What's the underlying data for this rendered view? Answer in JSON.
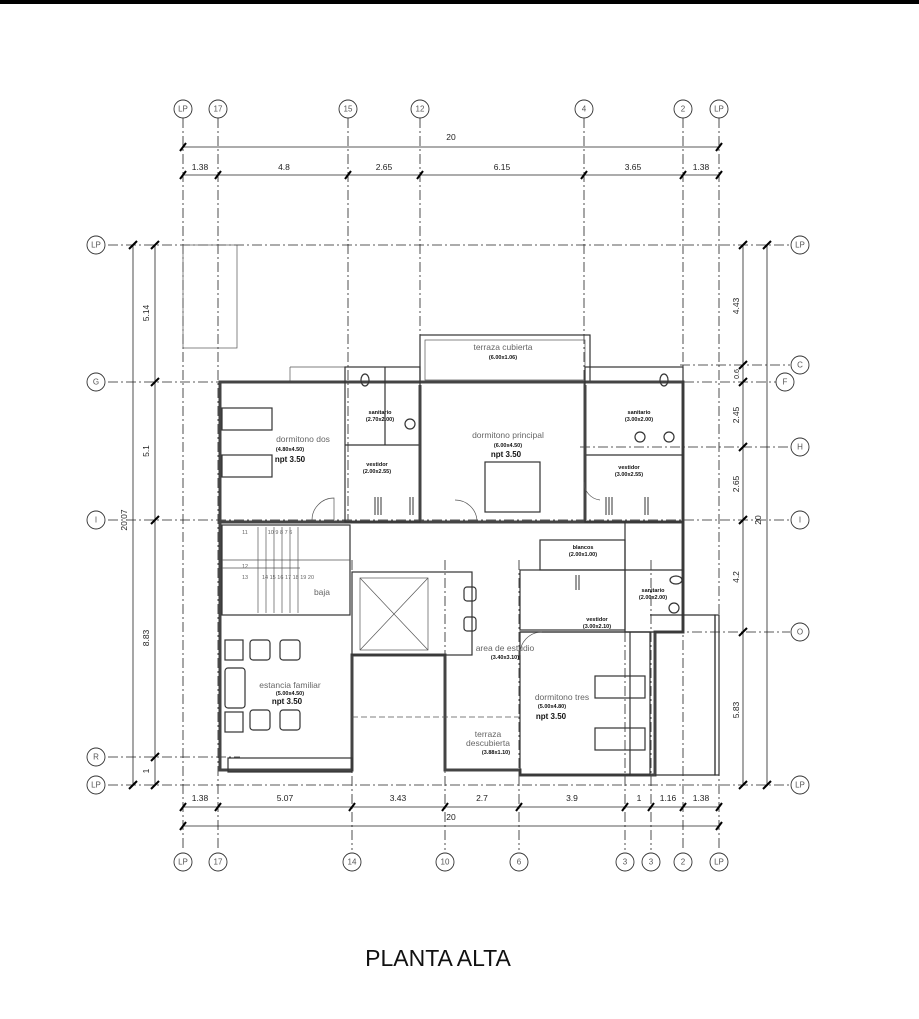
{
  "title": "PLANTA ALTA",
  "grid_top": [
    "LP",
    "17",
    "15",
    "12",
    "4",
    "2",
    "LP"
  ],
  "grid_bottom": [
    "LP",
    "17",
    "14",
    "10",
    "6",
    "3",
    "3",
    "2",
    "LP"
  ],
  "grid_left": [
    "LP",
    "G",
    "I",
    "R",
    "LP"
  ],
  "grid_right": [
    "LP",
    "C",
    "F",
    "H",
    "I",
    "O",
    "LP"
  ],
  "dims_top": {
    "total": "20",
    "segments": [
      "1.38",
      "4.8",
      "2.65",
      "6.15",
      "3.65",
      "1.38"
    ]
  },
  "dims_bottom": {
    "total": "20",
    "segments": [
      "1.38",
      "5.07",
      "3.43",
      "2.7",
      "3.9",
      "1",
      "1.16",
      "1.38"
    ]
  },
  "dims_left": {
    "total": "20.07",
    "segments": [
      "5.14",
      "5.1",
      "8.83",
      "1"
    ]
  },
  "dims_right": {
    "total": "20",
    "segments": [
      "4.43",
      "0.6",
      "2.45",
      "2.65",
      "4.2",
      "5.83"
    ]
  },
  "rooms": {
    "terraza_cubierta": {
      "name": "terraza cubierta",
      "size": "(6.00x1.06)"
    },
    "dormitorio_dos": {
      "name": "dormitono dos",
      "size": "(4.80x4.50)",
      "npt": "npt  3.50"
    },
    "sanitario_1": {
      "name": "sanitario",
      "size": "(2.70x2.00)"
    },
    "vestidor_1": {
      "name": "vestidor",
      "size": "(2.00x2.55)"
    },
    "dormitorio_principal": {
      "name": "dormitono principal",
      "size": "(6.00x4.50)",
      "npt": "npt  3.50"
    },
    "sanitario_2": {
      "name": "sanitario",
      "size": "(3.00x2.00)"
    },
    "vestidor_2": {
      "name": "vestidor",
      "size": "(3.00x2.55)"
    },
    "escalera": {
      "steps_top": [
        "11",
        "10",
        "9",
        "8",
        "7",
        "6"
      ],
      "steps_bottom": [
        "12",
        "13",
        "14",
        "15",
        "16",
        "17",
        "18",
        "19",
        "20"
      ],
      "label": "baja"
    },
    "estancia_familiar": {
      "name": "estancia familiar",
      "size": "(5.00x4.50)",
      "npt": "npt  3.50"
    },
    "blancos": {
      "name": "blancos",
      "size": "(2.00x1.00)"
    },
    "sanitario_3": {
      "name": "sanitario",
      "size": "(2.00x2.00)"
    },
    "vestidor_3": {
      "name": "vestidor",
      "size": "(3.00x2.10)"
    },
    "area_estudio": {
      "name": "area de estudio",
      "size": "(3.40x3.10)"
    },
    "dormitorio_tres": {
      "name": "dormitono tres",
      "size": "(5.00x4.80)",
      "npt": "npt  3.50"
    },
    "terraza_descubierta": {
      "name1": "terraza",
      "name2": "descubierta",
      "size": "(3.88x1.10)"
    }
  }
}
